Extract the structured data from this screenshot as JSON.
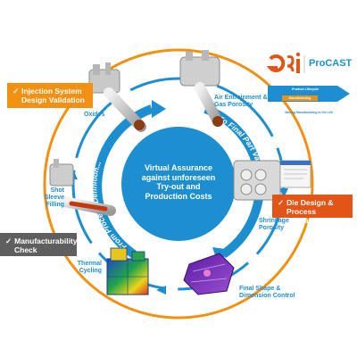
{
  "brand": {
    "logo": "esi",
    "product": "ProCAST",
    "arrow_line1": "Product Lifecycle",
    "arrow_line2": "Manufacturing",
    "tagline": "Moving Manufacturing to the Left",
    "accent_orange": "#f29111",
    "accent_blue": "#1d8fd0"
  },
  "center": {
    "line1": "Virtual Assurance",
    "line2": "against unforeseen",
    "line3": "Try-out and",
    "line4": "Production Costs"
  },
  "arcs": {
    "left": "From Process Definition...",
    "right": "...To Final Part Validation"
  },
  "callouts": {
    "injection": {
      "line1": "Injection System",
      "line2": "Design Validation",
      "color": "#f29111"
    },
    "die": {
      "line1": "Die Design &",
      "line2": "Process Validation",
      "color": "#e25517"
    },
    "manufacturability": {
      "line1": "Manufacturability",
      "line2": "Check",
      "color": "#5f5f5f"
    }
  },
  "stages": {
    "oxides": "Oxides",
    "air1": "Air Entrainment &",
    "air2": "Gas Porosity",
    "shot1": "Shot",
    "shot2": "Sleeve Filling",
    "shrink1": "Shrinkage",
    "shrink2": "Porosity",
    "thermal1": "Thermal",
    "thermal2": "Cycling",
    "final1": "Final Shape &",
    "final2": "Dimension Control"
  }
}
